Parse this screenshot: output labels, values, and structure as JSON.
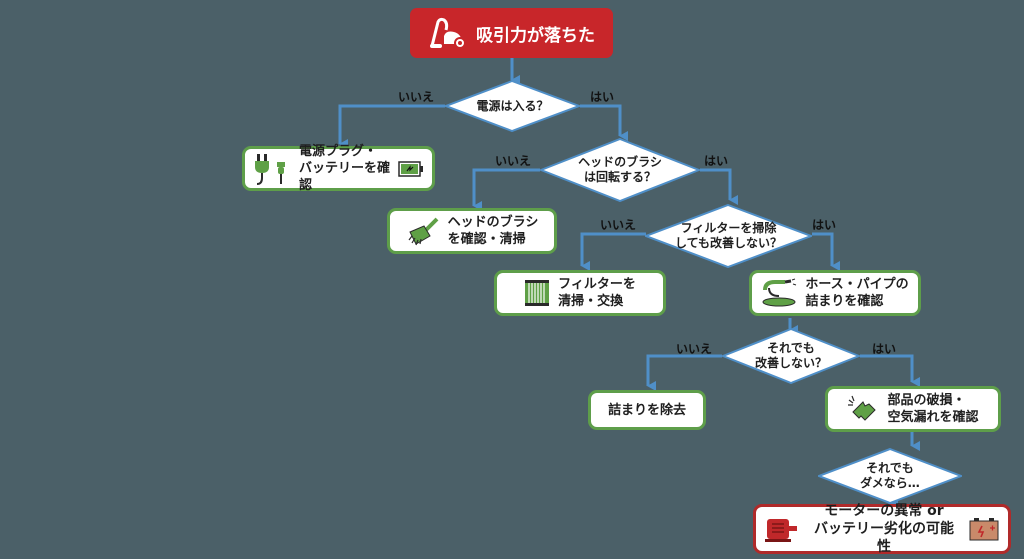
{
  "title": "吸引力が落ちた",
  "colors": {
    "background": "#4b6068",
    "start_fill": "#c8262a",
    "connector": "#4f8fc8",
    "action_border": "#5e9e4a",
    "final_border": "#b02a2a",
    "icon_green": "#5fa046",
    "icon_red": "#c0282a"
  },
  "decisions": [
    {
      "id": "d1",
      "text": "電源は入る？",
      "no_label": "いいえ",
      "yes_label": "はい"
    },
    {
      "id": "d2",
      "text": "ヘッドのブラシ\nは回転する？",
      "no_label": "いいえ",
      "yes_label": "はい"
    },
    {
      "id": "d3",
      "text": "フィルターを掃除\nしても改善しない？",
      "no_label": "いいえ",
      "yes_label": "はい"
    },
    {
      "id": "d4",
      "text": "それでも\n改善しない？",
      "no_label": "いいえ",
      "yes_label": "はい"
    },
    {
      "id": "d5",
      "text": "それでも\nダメなら…"
    }
  ],
  "actions": [
    {
      "id": "a1",
      "text": "電源プラグ・\nバッテリーを確認",
      "icon": "plug-icon",
      "icon2": "battery-icon"
    },
    {
      "id": "a2",
      "text": "ヘッドのブラシ\nを確認・清掃",
      "icon": "brush-icon"
    },
    {
      "id": "a3",
      "text": "フィルターを\n清掃・交換",
      "icon": "filter-icon"
    },
    {
      "id": "a4",
      "text": "ホース・パイプの\n詰まりを確認",
      "icon": "hose-icon"
    },
    {
      "id": "a5",
      "text": "詰まりを除去"
    },
    {
      "id": "a6",
      "text": "部品の破損・\n空気漏れを確認",
      "icon": "broken-part-icon"
    }
  ],
  "final": {
    "text": "モーターの異常 or\nバッテリー劣化の可能性",
    "icon": "motor-icon",
    "icon2": "car-battery-icon"
  }
}
